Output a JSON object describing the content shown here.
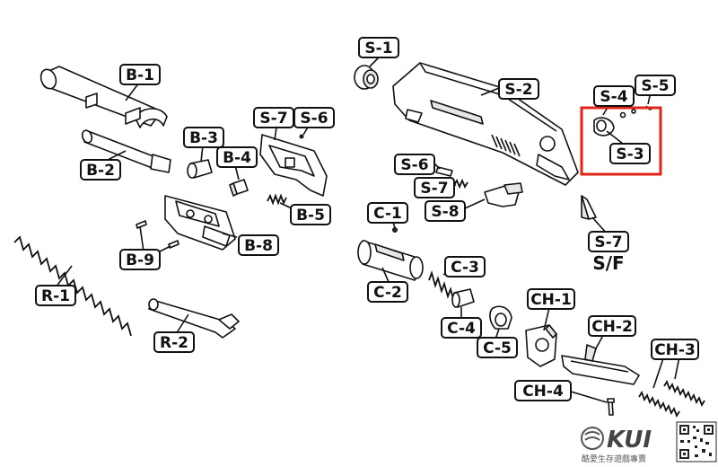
{
  "labels": {
    "b1": "B-1",
    "b2": "B-2",
    "b3": "B-3",
    "b4": "B-4",
    "b5": "B-5",
    "b6": "S-6",
    "b7": "S-7",
    "b8": "B-8",
    "b9": "B-9",
    "r1": "R-1",
    "r2": "R-2",
    "s1": "S-1",
    "s2": "S-2",
    "s3": "S-3",
    "s4": "S-4",
    "s5": "S-5",
    "s6": "S-6",
    "s7": "S-7",
    "s8": "S-8",
    "s7b": "S-7",
    "c1": "C-1",
    "c2": "C-2",
    "c3": "C-3",
    "c4": "C-4",
    "c5": "C-5",
    "ch1": "CH-1",
    "ch2": "CH-2",
    "ch3": "CH-3",
    "ch4": "CH-4"
  },
  "caption_sf": "S/F",
  "highlight_color": "#e2231a",
  "brand": {
    "logo_text": "KUI",
    "tagline": "酷愛生存遊戲專賣"
  }
}
